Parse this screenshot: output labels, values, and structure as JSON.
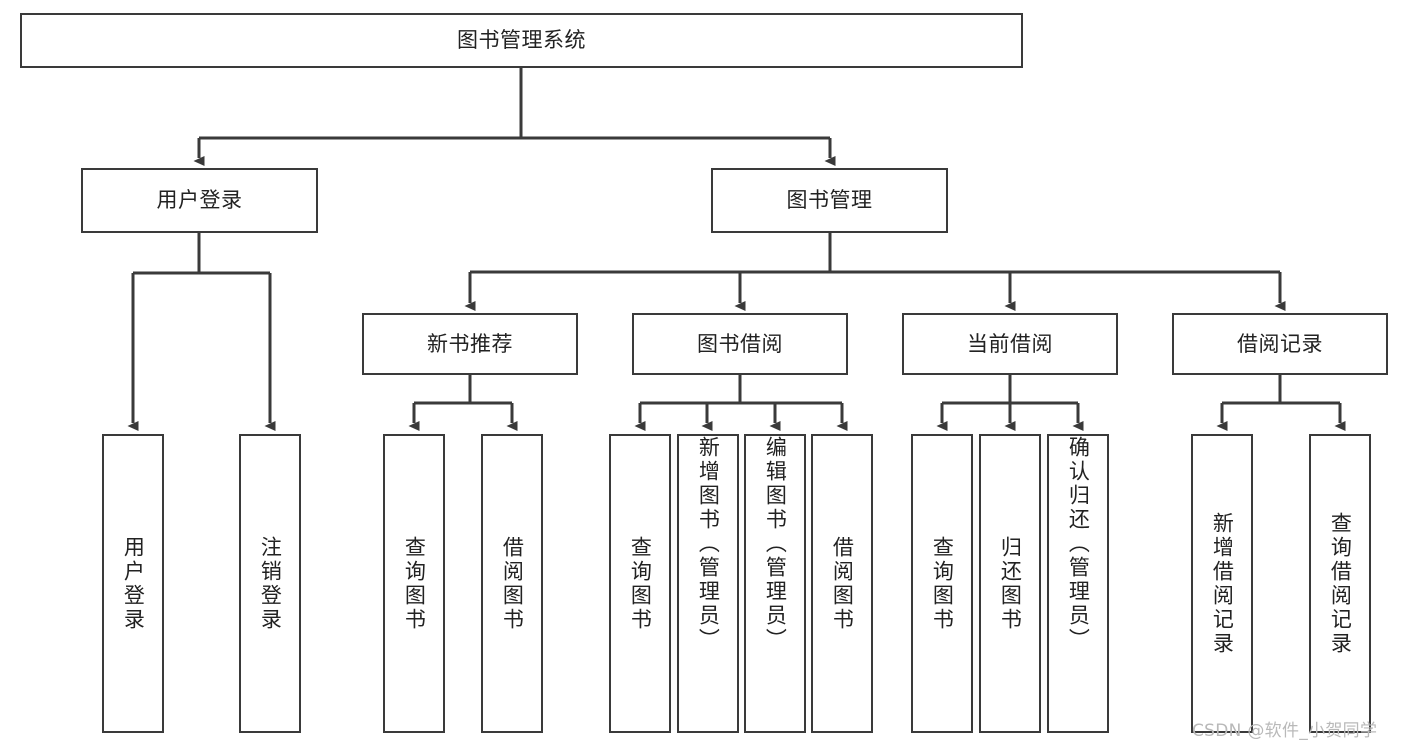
{
  "diagram": {
    "type": "hierarchy-tree",
    "title": "图书管理系统",
    "root": {
      "id": "root",
      "label": "图书管理系统"
    },
    "level2": [
      {
        "id": "user-login",
        "label": "用户登录"
      },
      {
        "id": "book-management",
        "label": "图书管理"
      }
    ],
    "level3": [
      {
        "id": "new-book-recommend",
        "label": "新书推荐",
        "parent": "book-management"
      },
      {
        "id": "book-borrow",
        "label": "图书借阅",
        "parent": "book-management"
      },
      {
        "id": "current-borrow",
        "label": "当前借阅",
        "parent": "book-management"
      },
      {
        "id": "borrow-record",
        "label": "借阅记录",
        "parent": "book-management"
      }
    ],
    "leaves": [
      {
        "id": "leaf-user-login",
        "label": "用户登录",
        "parent": "user-login",
        "align": "center"
      },
      {
        "id": "leaf-user-logout",
        "label": "注销登录",
        "parent": "user-login",
        "align": "center"
      },
      {
        "id": "leaf-query-book-1",
        "label": "查询图书",
        "parent": "new-book-recommend",
        "align": "center"
      },
      {
        "id": "leaf-borrow-book-1",
        "label": "借阅图书",
        "parent": "new-book-recommend",
        "align": "center"
      },
      {
        "id": "leaf-query-book-2",
        "label": "查询图书",
        "parent": "book-borrow",
        "align": "center"
      },
      {
        "id": "leaf-add-book",
        "label": "新增图书（管理员）",
        "parent": "book-borrow",
        "align": "top"
      },
      {
        "id": "leaf-edit-book",
        "label": "编辑图书（管理员）",
        "parent": "book-borrow",
        "align": "top"
      },
      {
        "id": "leaf-borrow-book-2",
        "label": "借阅图书",
        "parent": "book-borrow",
        "align": "center"
      },
      {
        "id": "leaf-query-book-3",
        "label": "查询图书",
        "parent": "current-borrow",
        "align": "center"
      },
      {
        "id": "leaf-return-book",
        "label": "归还图书",
        "parent": "current-borrow",
        "align": "center"
      },
      {
        "id": "leaf-confirm-return",
        "label": "确认归还（管理员）",
        "parent": "current-borrow",
        "align": "top"
      },
      {
        "id": "leaf-add-record",
        "label": "新增借阅记录",
        "parent": "borrow-record",
        "align": "center"
      },
      {
        "id": "leaf-query-record",
        "label": "查询借阅记录",
        "parent": "borrow-record",
        "align": "center"
      }
    ],
    "colors": {
      "stroke": "#3a3a3a",
      "fill": "#ffffff",
      "text": "#222222",
      "watermark": "#b9b9b9"
    }
  },
  "watermark": {
    "text": "CSDN @软件_小贺同学"
  }
}
